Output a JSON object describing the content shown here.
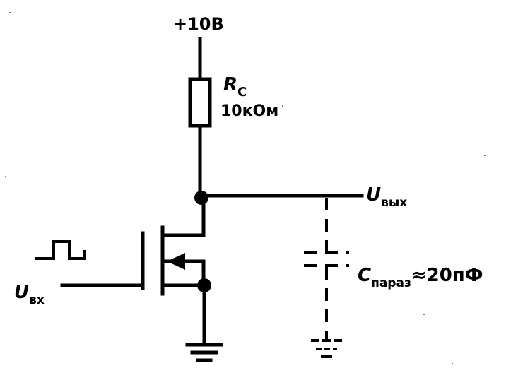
{
  "supply": {
    "label": "+10В"
  },
  "resistor": {
    "name": "R",
    "sub": "C",
    "value": "10кОм"
  },
  "output": {
    "name": "U",
    "sub": "вых"
  },
  "input": {
    "name": "U",
    "sub": "вх"
  },
  "capacitor": {
    "name": "C",
    "sub": "параз",
    "value": "≈20пФ"
  },
  "colors": {
    "ink": "#000000",
    "background": "#ffffff"
  }
}
